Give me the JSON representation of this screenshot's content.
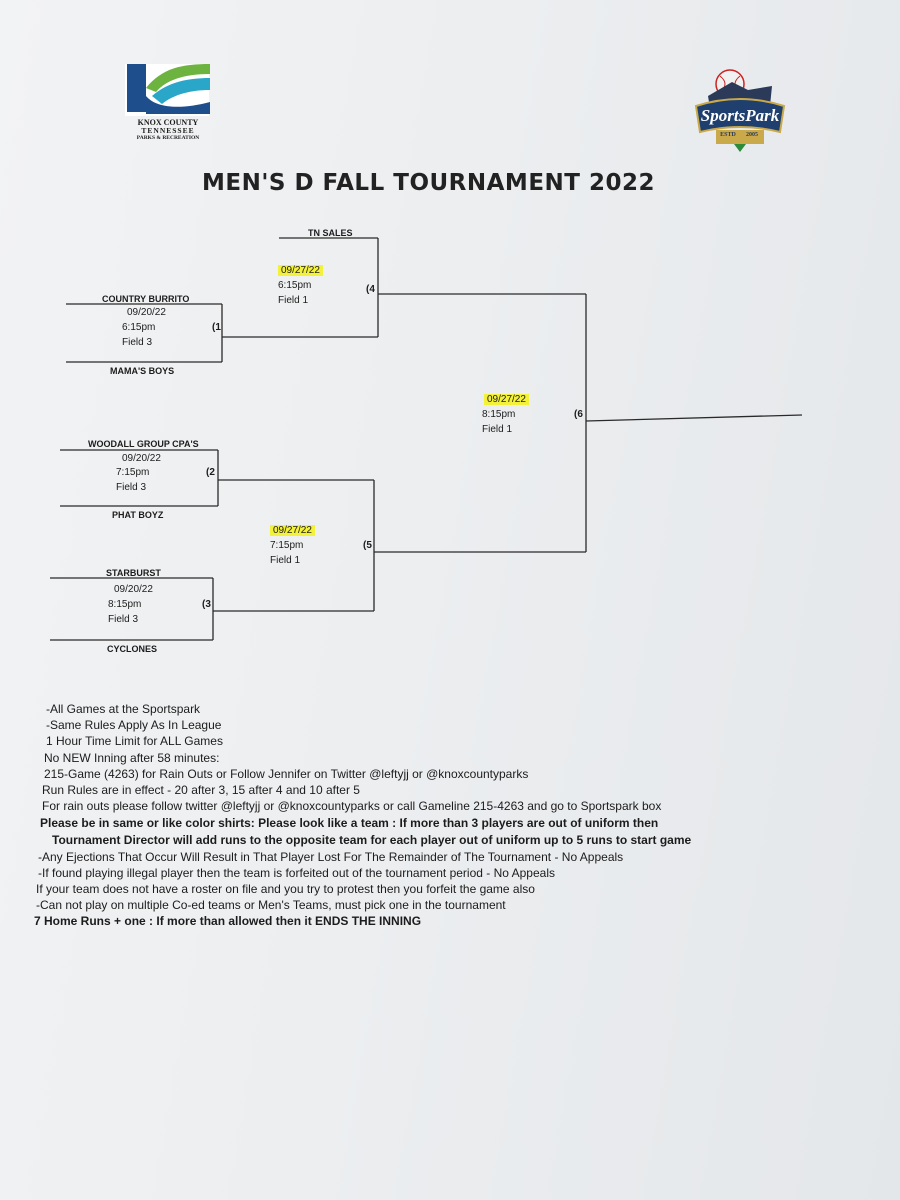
{
  "header": {
    "left_logo": {
      "line1": "KNOX COUNTY",
      "line2": "TENNESSEE",
      "line3": "PARKS & RECREATION"
    },
    "right_logo": {
      "name": "SportsPark",
      "est": "ESTD",
      "year": "2005"
    },
    "title": "MEN'S D  FALL  TOURNAMENT  2022"
  },
  "bracket": {
    "game1": {
      "top": "COUNTRY BURRITO",
      "bottom": "MAMA'S BOYS",
      "date": "09/20/22",
      "time": "6:15pm",
      "field": "Field 3",
      "num": "(1"
    },
    "game2": {
      "top": "WOODALL GROUP CPA'S",
      "bottom": "PHAT BOYZ",
      "date": "09/20/22",
      "time": "7:15pm",
      "field": "Field 3",
      "num": "(2"
    },
    "game3": {
      "top": "STARBURST",
      "bottom": "CYCLONES",
      "date": "09/20/22",
      "time": "8:15pm",
      "field": "Field 3",
      "num": "(3"
    },
    "game4": {
      "top": "TN SALES",
      "date": "09/27/22",
      "time": "6:15pm",
      "field": "Field 1",
      "num": "(4"
    },
    "game5": {
      "date": "09/27/22",
      "time": "7:15pm",
      "field": "Field 1",
      "num": "(5"
    },
    "game6": {
      "date": "09/27/22",
      "time": "8:15pm",
      "field": "Field 1",
      "num": "(6"
    }
  },
  "rules": [
    "-All Games at the Sportspark",
    "-Same Rules Apply As In League",
    "1 Hour Time Limit for ALL Games",
    "No NEW Inning after 58 minutes:",
    "215-Game (4263) for Rain Outs or Follow  Jennifer on Twitter @leftyjj or @knoxcountyparks",
    "Run Rules are in effect - 20 after 3, 15 after 4 and 10 after 5",
    "For rain outs please follow twitter @leftyjj or @knoxcountyparks or call Gameline 215-4263 and go to Sportspark box",
    "Please be in same or like color shirts: Please look like a team : If more than 3 players are out of uniform then",
    "Tournament Director will add runs to the opposite team for each player out of uniform up to 5 runs to start game",
    "-Any Ejections That Occur Will Result in That Player Lost For The Remainder of The Tournament - No Appeals",
    "-If found playing illegal player then the team is forfeited out of the tournament period - No Appeals",
    "If your team does not have a roster on file and you try to protest then you forfeit the game also",
    "-Can not play on multiple Co-ed teams or Men's Teams, must pick one in the tournament",
    "7 Home Runs + one :  If more than allowed then it ENDS THE INNING"
  ],
  "colors": {
    "highlight": "#f4f13a",
    "logo_blue": "#1f4e8c",
    "logo_green": "#6db33f",
    "logo_teal": "#2aa6c9"
  }
}
